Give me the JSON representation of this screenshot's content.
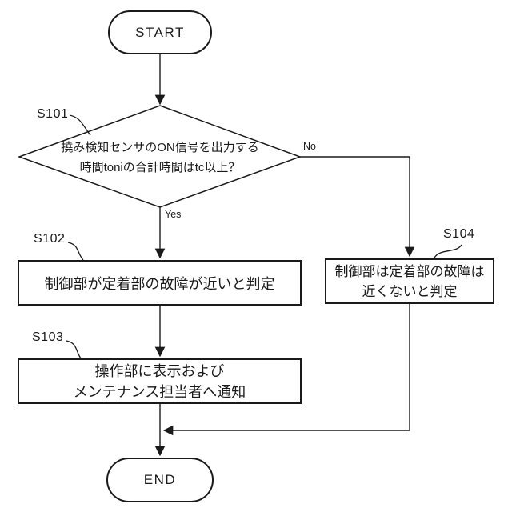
{
  "diagram": {
    "type": "flowchart",
    "start": {
      "label": "START"
    },
    "end": {
      "label": "END"
    },
    "s101": {
      "step_label": "S101",
      "text_line1": "撓み検知センサのON信号を出力する",
      "text_line2": "時間toniの合計時間はtc以上？",
      "yes_branch": "Yes",
      "no_branch": "No"
    },
    "s102": {
      "step_label": "S102",
      "text": "制御部が定着部の故障が近いと判定"
    },
    "s103": {
      "step_label": "S103",
      "text_line1": "操作部に表示および",
      "text_line2": "メンテナンス担当者へ通知"
    },
    "s104": {
      "step_label": "S104",
      "text_line1": "制御部は定着部の故障は",
      "text_line2": "近くないと判定"
    }
  },
  "colors": {
    "line": "#1a1a1a",
    "background": "#ffffff",
    "node_fill": "#ffffff"
  }
}
